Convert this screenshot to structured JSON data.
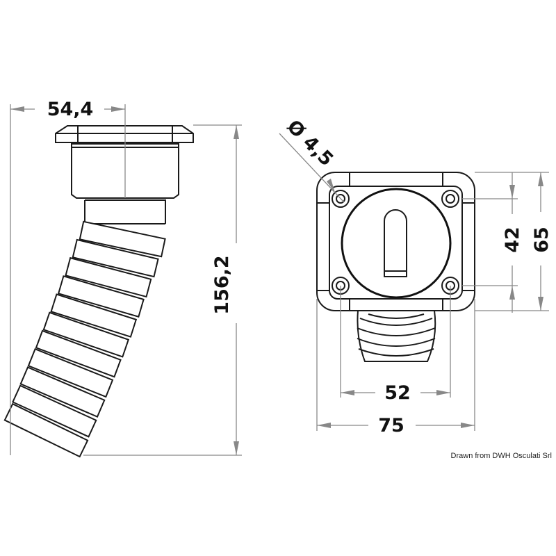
{
  "dimensions": {
    "flange_width": "54,4",
    "total_height": "156,2",
    "hole_diameter": "Ø 4,5",
    "hole_spacing_vertical": "42",
    "plate_height": "65",
    "hole_spacing_horizontal": "52",
    "plate_width": "75"
  },
  "credit": "Drawn from DWH Osculati Srl",
  "colors": {
    "line": "#1a1a1a",
    "dimension": "#888888"
  }
}
